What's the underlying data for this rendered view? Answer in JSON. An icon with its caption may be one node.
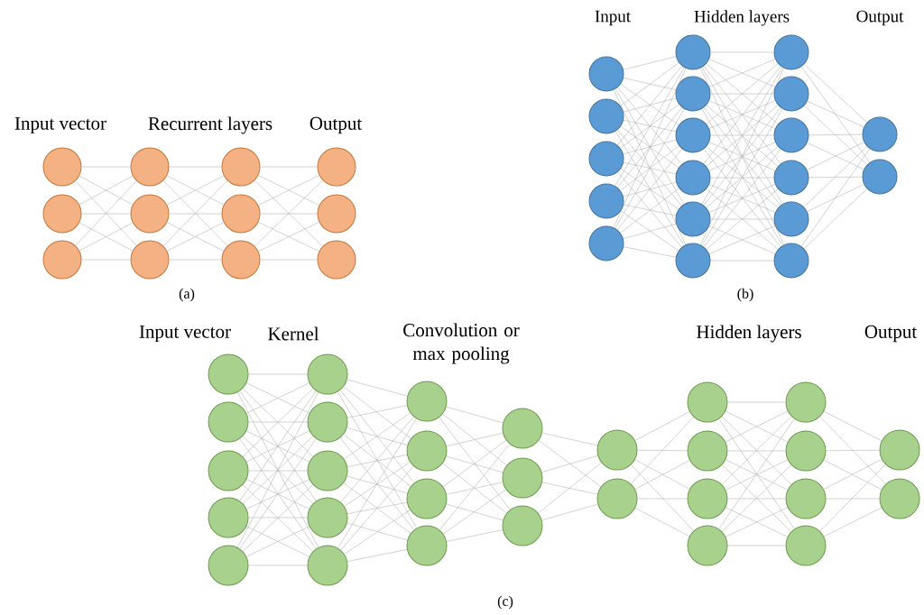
{
  "diagram": {
    "nodes": [
      {
        "text": [],
        "shape": "circle"
      },
      {
        "text": [],
        "shape": "circle"
      },
      {
        "text": [],
        "shape": "circle"
      },
      {
        "text": [],
        "shape": "circle"
      },
      {
        "text": [],
        "shape": "circle"
      },
      {
        "text": [],
        "shape": "circle"
      },
      {
        "text": [],
        "shape": "circle"
      },
      {
        "text": [],
        "shape": "circle"
      },
      {
        "text": [],
        "shape": "circle"
      },
      {
        "text": [],
        "shape": "circle"
      },
      {
        "text": [],
        "shape": "circle"
      },
      {
        "text": [],
        "shape": "circle"
      },
      {
        "text": [],
        "shape": "circle"
      },
      {
        "text": [],
        "shape": "circle"
      },
      {
        "text": [],
        "shape": "circle"
      },
      {
        "text": [],
        "shape": "circle"
      },
      {
        "text": [],
        "shape": "circle"
      },
      {
        "text": [],
        "shape": "circle"
      },
      {
        "text": [],
        "shape": "circle"
      },
      {
        "text": [],
        "shape": "circle"
      },
      {
        "text": [],
        "shape": "circle"
      },
      {
        "text": [],
        "shape": "circle"
      },
      {
        "text": [],
        "shape": "circle"
      },
      {
        "text": [],
        "shape": "circle"
      },
      {
        "text": [],
        "shape": "circle"
      },
      {
        "text": [],
        "shape": "circle"
      },
      {
        "text": [],
        "shape": "circle"
      },
      {
        "text": [],
        "shape": "circle"
      },
      {
        "text": [],
        "shape": "circle"
      },
      {
        "text": [],
        "shape": "circle"
      },
      {
        "text": [],
        "shape": "circle"
      },
      {
        "text": [],
        "shape": "circle"
      },
      {
        "text": [],
        "shape": "circle"
      },
      {
        "text": [],
        "shape": "circle"
      },
      {
        "text": [],
        "shape": "circle"
      },
      {
        "text": [],
        "shape": "circle"
      },
      {
        "text": [],
        "shape": "circle"
      },
      {
        "text": [],
        "shape": "circle"
      },
      {
        "text": [],
        "shape": "circle"
      },
      {
        "text": [],
        "shape": "circle"
      },
      {
        "text": [],
        "shape": "circle"
      },
      {
        "text": [],
        "shape": "circle"
      },
      {
        "text": [],
        "shape": "circle"
      },
      {
        "text": [],
        "shape": "circle"
      },
      {
        "text": [],
        "shape": "circle"
      },
      {
        "text": [],
        "shape": "circle"
      },
      {
        "text": [],
        "shape": "circle"
      },
      {
        "text": [],
        "shape": "circle"
      },
      {
        "text": [],
        "shape": "circle"
      },
      {
        "text": [],
        "shape": "circle"
      },
      {
        "text": [],
        "shape": "circle"
      },
      {
        "text": [],
        "shape": "circle"
      },
      {
        "text": [],
        "shape": "circle"
      },
      {
        "text": [],
        "shape": "circle"
      },
      {
        "text": [],
        "shape": "circle"
      },
      {
        "text": [],
        "shape": "circle"
      },
      {
        "text": [],
        "shape": "circle"
      },
      {
        "text": [],
        "shape": "circle"
      },
      {
        "text": [],
        "shape": "circle"
      },
      {
        "text": [],
        "shape": "circle"
      }
    ],
    "edges": [
      {
        "from": 0,
        "to": 3,
        "arrow": "none"
      },
      {
        "from": 0,
        "to": 4,
        "arrow": "none"
      },
      {
        "from": 0,
        "to": 5,
        "arrow": "none"
      },
      {
        "from": 1,
        "to": 3,
        "arrow": "none"
      },
      {
        "from": 1,
        "to": 4,
        "arrow": "none"
      },
      {
        "from": 1,
        "to": 5,
        "arrow": "none"
      },
      {
        "from": 2,
        "to": 3,
        "arrow": "none"
      },
      {
        "from": 2,
        "to": 4,
        "arrow": "none"
      },
      {
        "from": 2,
        "to": 5,
        "arrow": "none"
      },
      {
        "from": 3,
        "to": 6,
        "arrow": "none"
      },
      {
        "from": 3,
        "to": 7,
        "arrow": "none"
      },
      {
        "from": 3,
        "to": 8,
        "arrow": "none"
      },
      {
        "from": 4,
        "to": 6,
        "arrow": "none"
      },
      {
        "from": 4,
        "to": 7,
        "arrow": "none"
      },
      {
        "from": 4,
        "to": 8,
        "arrow": "none"
      },
      {
        "from": 5,
        "to": 6,
        "arrow": "none"
      },
      {
        "from": 5,
        "to": 7,
        "arrow": "none"
      },
      {
        "from": 5,
        "to": 8,
        "arrow": "none"
      },
      {
        "from": 6,
        "to": 9,
        "arrow": "none"
      },
      {
        "from": 6,
        "to": 10,
        "arrow": "none"
      },
      {
        "from": 6,
        "to": 11,
        "arrow": "none"
      },
      {
        "from": 7,
        "to": 9,
        "arrow": "none"
      },
      {
        "from": 7,
        "to": 10,
        "arrow": "none"
      },
      {
        "from": 7,
        "to": 11,
        "arrow": "none"
      },
      {
        "from": 8,
        "to": 9,
        "arrow": "none"
      },
      {
        "from": 8,
        "to": 10,
        "arrow": "none"
      },
      {
        "from": 8,
        "to": 11,
        "arrow": "none"
      },
      {
        "from": 12,
        "to": 17,
        "arrow": "none"
      },
      {
        "from": 12,
        "to": 18,
        "arrow": "none"
      },
      {
        "from": 12,
        "to": 19,
        "arrow": "none"
      },
      {
        "from": 12,
        "to": 20,
        "arrow": "none"
      },
      {
        "from": 12,
        "to": 21,
        "arrow": "none"
      },
      {
        "from": 12,
        "to": 22,
        "arrow": "none"
      },
      {
        "from": 13,
        "to": 17,
        "arrow": "none"
      },
      {
        "from": 13,
        "to": 18,
        "arrow": "none"
      },
      {
        "from": 13,
        "to": 19,
        "arrow": "none"
      },
      {
        "from": 13,
        "to": 20,
        "arrow": "none"
      },
      {
        "from": 13,
        "to": 21,
        "arrow": "none"
      },
      {
        "from": 13,
        "to": 22,
        "arrow": "none"
      },
      {
        "from": 14,
        "to": 17,
        "arrow": "none"
      },
      {
        "from": 14,
        "to": 18,
        "arrow": "none"
      },
      {
        "from": 14,
        "to": 19,
        "arrow": "none"
      },
      {
        "from": 14,
        "to": 20,
        "arrow": "none"
      },
      {
        "from": 14,
        "to": 21,
        "arrow": "none"
      },
      {
        "from": 14,
        "to": 22,
        "arrow": "none"
      },
      {
        "from": 15,
        "to": 17,
        "arrow": "none"
      },
      {
        "from": 15,
        "to": 18,
        "arrow": "none"
      },
      {
        "from": 15,
        "to": 19,
        "arrow": "none"
      },
      {
        "from": 15,
        "to": 20,
        "arrow": "none"
      },
      {
        "from": 15,
        "to": 21,
        "arrow": "none"
      },
      {
        "from": 15,
        "to": 22,
        "arrow": "none"
      },
      {
        "from": 16,
        "to": 17,
        "arrow": "none"
      },
      {
        "from": 16,
        "to": 18,
        "arrow": "none"
      },
      {
        "from": 16,
        "to": 19,
        "arrow": "none"
      },
      {
        "from": 16,
        "to": 20,
        "arrow": "none"
      },
      {
        "from": 16,
        "to": 21,
        "arrow": "none"
      },
      {
        "from": 16,
        "to": 22,
        "arrow": "none"
      },
      {
        "from": 17,
        "to": 23,
        "arrow": "none"
      },
      {
        "from": 17,
        "to": 24,
        "arrow": "none"
      },
      {
        "from": 17,
        "to": 25,
        "arrow": "none"
      },
      {
        "from": 17,
        "to": 26,
        "arrow": "none"
      },
      {
        "from": 17,
        "to": 27,
        "arrow": "none"
      },
      {
        "from": 17,
        "to": 28,
        "arrow": "none"
      },
      {
        "from": 18,
        "to": 23,
        "arrow": "none"
      },
      {
        "from": 18,
        "to": 24,
        "arrow": "none"
      },
      {
        "from": 18,
        "to": 25,
        "arrow": "none"
      },
      {
        "from": 18,
        "to": 26,
        "arrow": "none"
      },
      {
        "from": 18,
        "to": 27,
        "arrow": "none"
      },
      {
        "from": 18,
        "to": 28,
        "arrow": "none"
      },
      {
        "from": 19,
        "to": 23,
        "arrow": "none"
      },
      {
        "from": 19,
        "to": 24,
        "arrow": "none"
      },
      {
        "from": 19,
        "to": 25,
        "arrow": "none"
      },
      {
        "from": 19,
        "to": 26,
        "arrow": "none"
      },
      {
        "from": 19,
        "to": 27,
        "arrow": "none"
      },
      {
        "from": 19,
        "to": 28,
        "arrow": "none"
      },
      {
        "from": 20,
        "to": 23,
        "arrow": "none"
      },
      {
        "from": 20,
        "to": 24,
        "arrow": "none"
      },
      {
        "from": 20,
        "to": 25,
        "arrow": "none"
      },
      {
        "from": 20,
        "to": 26,
        "arrow": "none"
      },
      {
        "from": 20,
        "to": 27,
        "arrow": "none"
      },
      {
        "from": 20,
        "to": 28,
        "arrow": "none"
      },
      {
        "from": 21,
        "to": 23,
        "arrow": "none"
      },
      {
        "from": 21,
        "to": 24,
        "arrow": "none"
      },
      {
        "from": 21,
        "to": 25,
        "arrow": "none"
      },
      {
        "from": 21,
        "to": 26,
        "arrow": "none"
      },
      {
        "from": 21,
        "to": 27,
        "arrow": "none"
      },
      {
        "from": 21,
        "to": 28,
        "arrow": "none"
      },
      {
        "from": 22,
        "to": 23,
        "arrow": "none"
      },
      {
        "from": 22,
        "to": 24,
        "arrow": "none"
      },
      {
        "from": 22,
        "to": 25,
        "arrow": "none"
      },
      {
        "from": 22,
        "to": 26,
        "arrow": "none"
      },
      {
        "from": 22,
        "to": 27,
        "arrow": "none"
      },
      {
        "from": 22,
        "to": 28,
        "arrow": "none"
      },
      {
        "from": 23,
        "to": 29,
        "arrow": "none"
      },
      {
        "from": 23,
        "to": 30,
        "arrow": "none"
      },
      {
        "from": 24,
        "to": 29,
        "arrow": "none"
      },
      {
        "from": 24,
        "to": 30,
        "arrow": "none"
      },
      {
        "from": 25,
        "to": 29,
        "arrow": "none"
      },
      {
        "from": 25,
        "to": 30,
        "arrow": "none"
      },
      {
        "from": 26,
        "to": 29,
        "arrow": "none"
      },
      {
        "from": 26,
        "to": 30,
        "arrow": "none"
      },
      {
        "from": 27,
        "to": 29,
        "arrow": "none"
      },
      {
        "from": 27,
        "to": 30,
        "arrow": "none"
      },
      {
        "from": 28,
        "to": 29,
        "arrow": "none"
      },
      {
        "from": 28,
        "to": 30,
        "arrow": "none"
      },
      {
        "from": 31,
        "to": 36,
        "arrow": "none"
      },
      {
        "from": 31,
        "to": 37,
        "arrow": "none"
      },
      {
        "from": 31,
        "to": 38,
        "arrow": "none"
      },
      {
        "from": 31,
        "to": 39,
        "arrow": "none"
      },
      {
        "from": 31,
        "to": 40,
        "arrow": "none"
      },
      {
        "from": 32,
        "to": 36,
        "arrow": "none"
      },
      {
        "from": 32,
        "to": 37,
        "arrow": "none"
      },
      {
        "from": 32,
        "to": 38,
        "arrow": "none"
      },
      {
        "from": 32,
        "to": 39,
        "arrow": "none"
      },
      {
        "from": 32,
        "to": 40,
        "arrow": "none"
      },
      {
        "from": 33,
        "to": 36,
        "arrow": "none"
      },
      {
        "from": 33,
        "to": 37,
        "arrow": "none"
      },
      {
        "from": 33,
        "to": 38,
        "arrow": "none"
      },
      {
        "from": 33,
        "to": 39,
        "arrow": "none"
      },
      {
        "from": 33,
        "to": 40,
        "arrow": "none"
      },
      {
        "from": 34,
        "to": 36,
        "arrow": "none"
      },
      {
        "from": 34,
        "to": 37,
        "arrow": "none"
      },
      {
        "from": 34,
        "to": 38,
        "arrow": "none"
      },
      {
        "from": 34,
        "to": 39,
        "arrow": "none"
      },
      {
        "from": 34,
        "to": 40,
        "arrow": "none"
      },
      {
        "from": 35,
        "to": 36,
        "arrow": "none"
      },
      {
        "from": 35,
        "to": 37,
        "arrow": "none"
      },
      {
        "from": 35,
        "to": 38,
        "arrow": "none"
      },
      {
        "from": 35,
        "to": 39,
        "arrow": "none"
      },
      {
        "from": 35,
        "to": 40,
        "arrow": "none"
      },
      {
        "from": 36,
        "to": 41,
        "arrow": "none"
      },
      {
        "from": 36,
        "to": 42,
        "arrow": "none"
      },
      {
        "from": 36,
        "to": 43,
        "arrow": "none"
      },
      {
        "from": 36,
        "to": 44,
        "arrow": "none"
      },
      {
        "from": 37,
        "to": 41,
        "arrow": "none"
      },
      {
        "from": 37,
        "to": 42,
        "arrow": "none"
      },
      {
        "from": 37,
        "to": 43,
        "arrow": "none"
      },
      {
        "from": 37,
        "to": 44,
        "arrow": "none"
      },
      {
        "from": 38,
        "to": 41,
        "arrow": "none"
      },
      {
        "from": 38,
        "to": 42,
        "arrow": "none"
      },
      {
        "from": 38,
        "to": 43,
        "arrow": "none"
      },
      {
        "from": 38,
        "to": 44,
        "arrow": "none"
      },
      {
        "from": 39,
        "to": 41,
        "arrow": "none"
      },
      {
        "from": 39,
        "to": 42,
        "arrow": "none"
      },
      {
        "from": 39,
        "to": 43,
        "arrow": "none"
      },
      {
        "from": 39,
        "to": 44,
        "arrow": "none"
      },
      {
        "from": 40,
        "to": 41,
        "arrow": "none"
      },
      {
        "from": 40,
        "to": 42,
        "arrow": "none"
      },
      {
        "from": 40,
        "to": 43,
        "arrow": "none"
      },
      {
        "from": 40,
        "to": 44,
        "arrow": "none"
      },
      {
        "from": 41,
        "to": 45,
        "arrow": "none"
      },
      {
        "from": 41,
        "to": 46,
        "arrow": "none"
      },
      {
        "from": 41,
        "to": 47,
        "arrow": "none"
      },
      {
        "from": 42,
        "to": 45,
        "arrow": "none"
      },
      {
        "from": 42,
        "to": 46,
        "arrow": "none"
      },
      {
        "from": 42,
        "to": 47,
        "arrow": "none"
      },
      {
        "from": 43,
        "to": 45,
        "arrow": "none"
      },
      {
        "from": 43,
        "to": 46,
        "arrow": "none"
      },
      {
        "from": 43,
        "to": 47,
        "arrow": "none"
      },
      {
        "from": 44,
        "to": 45,
        "arrow": "none"
      },
      {
        "from": 44,
        "to": 46,
        "arrow": "none"
      },
      {
        "from": 44,
        "to": 47,
        "arrow": "none"
      },
      {
        "from": 45,
        "to": 48,
        "arrow": "none"
      },
      {
        "from": 45,
        "to": 49,
        "arrow": "none"
      },
      {
        "from": 46,
        "to": 48,
        "arrow": "none"
      },
      {
        "from": 46,
        "to": 49,
        "arrow": "none"
      },
      {
        "from": 47,
        "to": 48,
        "arrow": "none"
      },
      {
        "from": 47,
        "to": 49,
        "arrow": "none"
      },
      {
        "from": 48,
        "to": 50,
        "arrow": "none"
      },
      {
        "from": 48,
        "to": 51,
        "arrow": "none"
      },
      {
        "from": 48,
        "to": 52,
        "arrow": "none"
      },
      {
        "from": 48,
        "to": 53,
        "arrow": "none"
      },
      {
        "from": 49,
        "to": 50,
        "arrow": "none"
      },
      {
        "from": 49,
        "to": 51,
        "arrow": "none"
      },
      {
        "from": 49,
        "to": 52,
        "arrow": "none"
      },
      {
        "from": 49,
        "to": 53,
        "arrow": "none"
      },
      {
        "from": 50,
        "to": 54,
        "arrow": "none"
      },
      {
        "from": 50,
        "to": 55,
        "arrow": "none"
      },
      {
        "from": 50,
        "to": 56,
        "arrow": "none"
      },
      {
        "from": 50,
        "to": 57,
        "arrow": "none"
      },
      {
        "from": 51,
        "to": 54,
        "arrow": "none"
      },
      {
        "from": 51,
        "to": 55,
        "arrow": "none"
      },
      {
        "from": 51,
        "to": 56,
        "arrow": "none"
      },
      {
        "from": 51,
        "to": 57,
        "arrow": "none"
      },
      {
        "from": 52,
        "to": 54,
        "arrow": "none"
      },
      {
        "from": 52,
        "to": 55,
        "arrow": "none"
      },
      {
        "from": 52,
        "to": 56,
        "arrow": "none"
      },
      {
        "from": 52,
        "to": 57,
        "arrow": "none"
      },
      {
        "from": 53,
        "to": 54,
        "arrow": "none"
      },
      {
        "from": 53,
        "to": 55,
        "arrow": "none"
      },
      {
        "from": 53,
        "to": 56,
        "arrow": "none"
      },
      {
        "from": 53,
        "to": 57,
        "arrow": "none"
      },
      {
        "from": 54,
        "to": 58,
        "arrow": "none"
      },
      {
        "from": 54,
        "to": 59,
        "arrow": "none"
      },
      {
        "from": 55,
        "to": 58,
        "arrow": "none"
      },
      {
        "from": 55,
        "to": 59,
        "arrow": "none"
      },
      {
        "from": 56,
        "to": 58,
        "arrow": "none"
      },
      {
        "from": 56,
        "to": 59,
        "arrow": "none"
      },
      {
        "from": 57,
        "to": 58,
        "arrow": "none"
      },
      {
        "from": 57,
        "to": 59,
        "arrow": "none"
      }
    ],
    "labels": [
      "Input",
      "Hidden layers",
      "Output",
      "Input vector",
      "Recurrent layers",
      "Output",
      "(a)",
      "(b)",
      "Input vector",
      "Kernel",
      "Convolution or max pooling",
      "Hidden layers",
      "Output",
      "(c)"
    ]
  }
}
